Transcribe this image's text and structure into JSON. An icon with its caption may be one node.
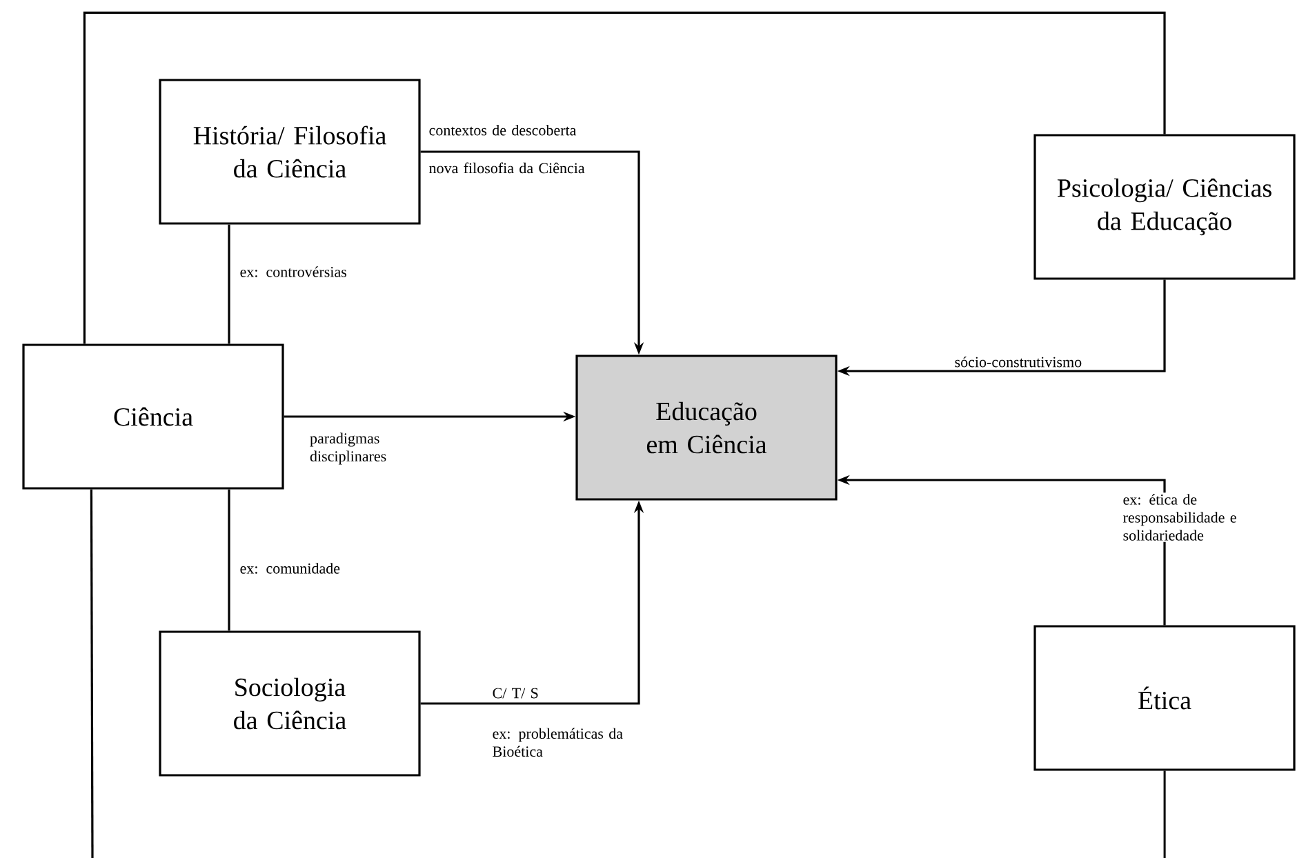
{
  "diagram": {
    "nodes": [
      {
        "text": [
          "História/ Filosofia da Ciência"
        ]
      },
      {
        "text": [
          "Psicologia/ Ciências da Educação"
        ]
      },
      {
        "text": [
          "Ciência"
        ]
      },
      {
        "text": [
          "Educação em Ciência"
        ]
      },
      {
        "text": [
          "Sociologia da Ciência"
        ]
      },
      {
        "text": [
          "Ética"
        ]
      }
    ],
    "edges": [
      {
        "from": 0,
        "to": 3,
        "arrow": "to",
        "label": "contextos de descoberta"
      },
      {
        "from": 0,
        "to": 2,
        "arrow": "none",
        "label": "ex: controvérsias"
      },
      {
        "from": 2,
        "to": 3,
        "arrow": "to",
        "label": "paradigmas disciplinares"
      },
      {
        "from": 2,
        "to": 4,
        "arrow": "none",
        "label": "ex: comunidade"
      },
      {
        "from": 4,
        "to": 3,
        "arrow": "to",
        "label": "C/ T/ S"
      },
      {
        "from": 1,
        "to": 3,
        "arrow": "to",
        "label": "sócio-construtivismo"
      },
      {
        "from": 5,
        "to": 3,
        "arrow": "to",
        "label": "ex: ética de responsabilidade e solidariedade"
      },
      {
        "from": 2,
        "to": 1,
        "arrow": "none"
      },
      {
        "from": 2,
        "to": null,
        "arrow": "none"
      },
      {
        "from": 5,
        "to": null,
        "arrow": "none"
      }
    ],
    "labels": [
      "nova filosofia da Ciência",
      "ex: problemáticas da Bioética"
    ]
  }
}
